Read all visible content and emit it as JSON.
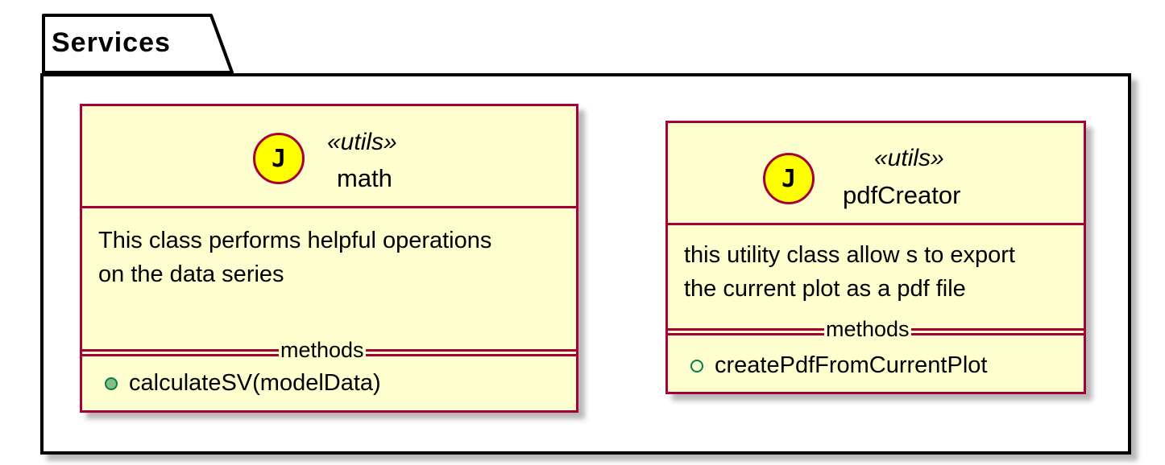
{
  "package": {
    "name": "Services"
  },
  "classes": [
    {
      "spot_letter": "J",
      "stereotype": "«utils»",
      "name": "math",
      "description": [
        "This class performs helpful operations",
        "on the data series"
      ],
      "separator_label": "methods",
      "methods": [
        {
          "visibility": "public",
          "signature": "calculateSV(modelData)"
        }
      ]
    },
    {
      "spot_letter": "J",
      "stereotype": "«utils»",
      "name": "pdfCreator",
      "description": [
        "this utility class allow s to export",
        "the current plot as a pdf file"
      ],
      "separator_label": "methods",
      "methods": [
        {
          "visibility": "package-private",
          "signature": "createPdfFromCurrentPlot"
        }
      ]
    }
  ],
  "colors": {
    "class_fill": "#fefece",
    "class_border": "#a80036",
    "spot_fill": "#ffff00",
    "public_method_fill": "#84be84",
    "method_border": "#038048"
  },
  "icons": {
    "class_spot": "java-class-spot-icon",
    "public_method": "filled-circle-icon",
    "package_method": "hollow-circle-icon"
  }
}
